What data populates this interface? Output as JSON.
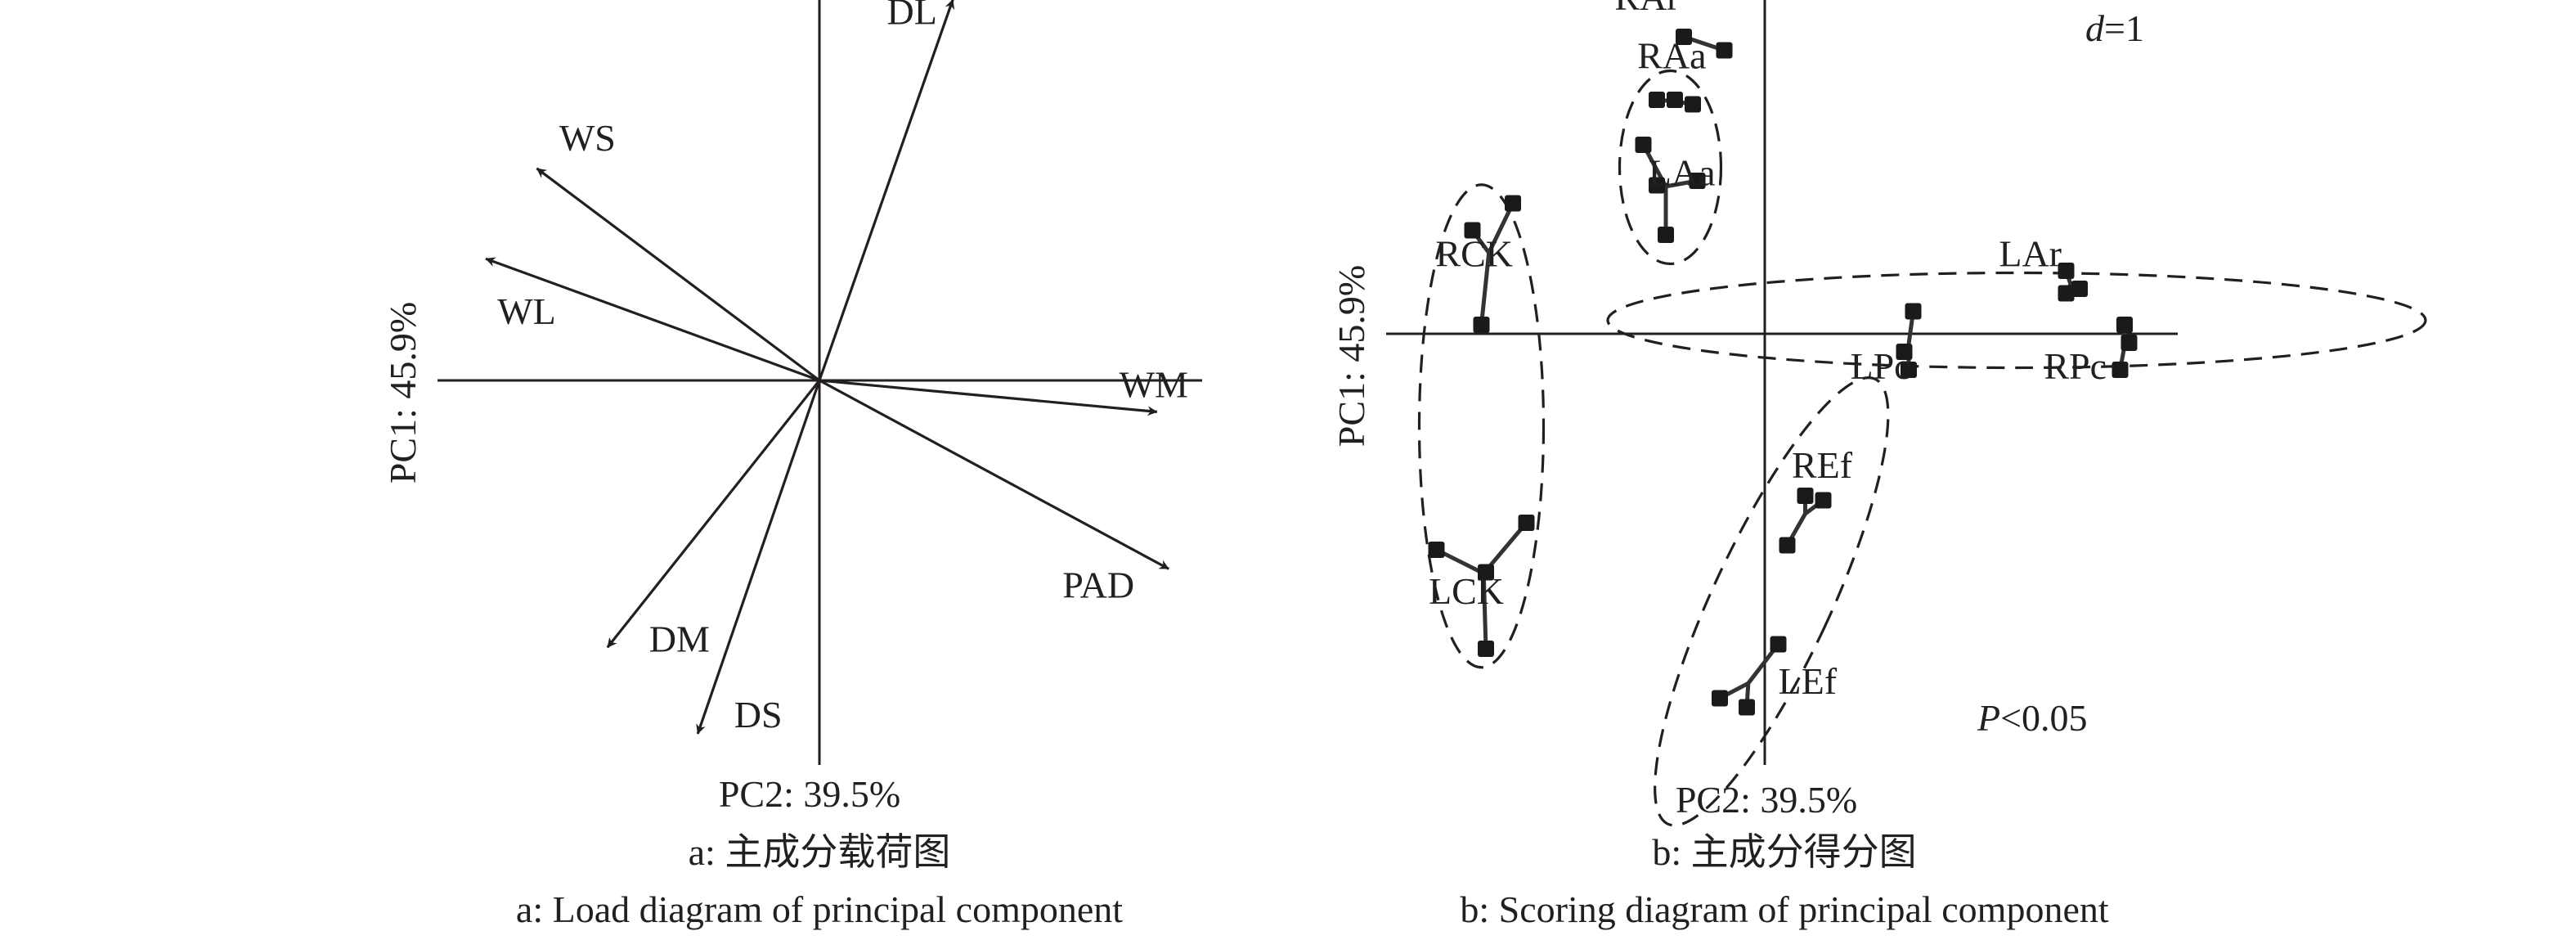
{
  "chart_data": [
    {
      "type": "scatter",
      "subtype": "pca-loading-biplot",
      "xlabel": "PC2: 39.5%",
      "ylabel": "PC1: 45.9%",
      "caption_cn": "a: 主成分载荷图",
      "caption_en": "a: Load diagram of principal component",
      "grid": false,
      "xlim": [
        -1,
        1
      ],
      "ylim": [
        -1,
        1
      ],
      "loadings": [
        {
          "name": "DL",
          "x": 0.34,
          "y": 0.97
        },
        {
          "name": "WS",
          "x": -0.72,
          "y": 0.54
        },
        {
          "name": "WL",
          "x": -0.85,
          "y": 0.31
        },
        {
          "name": "WM",
          "x": 0.86,
          "y": -0.08
        },
        {
          "name": "PAD",
          "x": 0.89,
          "y": -0.48
        },
        {
          "name": "DM",
          "x": -0.54,
          "y": -0.68
        },
        {
          "name": "DS",
          "x": -0.31,
          "y": -0.9
        }
      ]
    },
    {
      "type": "scatter",
      "subtype": "pca-score-plot",
      "xlabel": "PC2: 39.5%",
      "ylabel": "PC1: 45.9%",
      "caption_cn": "b: 主成分得分图",
      "caption_en": "b: Scoring diagram of principal component",
      "scale_note": {
        "italic": "d",
        "rest": "=1"
      },
      "significance": {
        "italic": "P",
        "rest": "<0.05"
      },
      "grid": false,
      "xlim": [
        -9,
        9
      ],
      "ylim": [
        -9,
        9
      ],
      "groups": [
        {
          "name": "RAr",
          "points": [
            [
              -1.8,
              6.6
            ],
            [
              -0.9,
              6.3
            ]
          ]
        },
        {
          "name": "RAa",
          "points": [
            [
              -2.4,
              5.2
            ],
            [
              -2.0,
              5.2
            ],
            [
              -1.6,
              5.1
            ]
          ]
        },
        {
          "name": "LAa",
          "points": [
            [
              -2.7,
              4.2
            ],
            [
              -2.4,
              3.3
            ],
            [
              -1.5,
              3.4
            ],
            [
              -2.2,
              2.2
            ]
          ]
        },
        {
          "name": "RCK",
          "points": [
            [
              -6.5,
              2.3
            ],
            [
              -5.6,
              2.9
            ],
            [
              -6.3,
              0.2
            ]
          ]
        },
        {
          "name": "LCK",
          "points": [
            [
              -7.3,
              -4.8
            ],
            [
              -5.3,
              -4.2
            ],
            [
              -6.2,
              -5.3
            ],
            [
              -6.2,
              -7.0
            ]
          ]
        },
        {
          "name": "LAr",
          "points": [
            [
              6.7,
              1.4
            ],
            [
              7.0,
              1.0
            ],
            [
              6.7,
              0.9
            ]
          ]
        },
        {
          "name": "LPc",
          "points": [
            [
              3.3,
              0.5
            ],
            [
              3.1,
              -0.4
            ],
            [
              3.2,
              -0.8
            ]
          ]
        },
        {
          "name": "RPc",
          "points": [
            [
              8.0,
              0.2
            ],
            [
              8.1,
              -0.2
            ],
            [
              7.9,
              -0.8
            ]
          ]
        },
        {
          "name": "REf",
          "points": [
            [
              0.9,
              -3.6
            ],
            [
              1.3,
              -3.7
            ],
            [
              0.5,
              -4.7
            ]
          ]
        },
        {
          "name": "LEf",
          "points": [
            [
              0.3,
              -6.9
            ],
            [
              -0.4,
              -8.3
            ],
            [
              -1.0,
              -8.1
            ]
          ]
        }
      ]
    }
  ]
}
